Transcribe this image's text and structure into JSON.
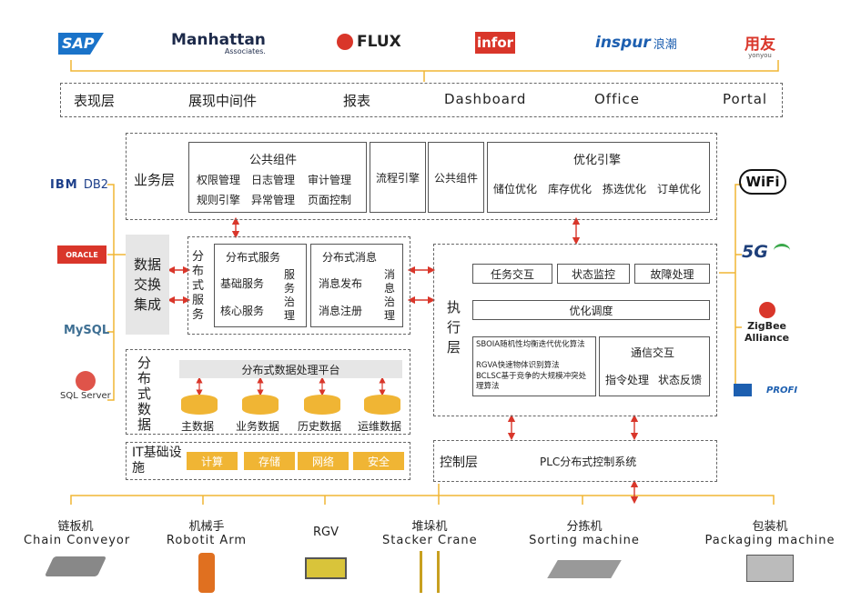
{
  "logos": {
    "sap": "SAP",
    "manhattan": "Manhattan",
    "manhattan_sub": "Associates.",
    "flux": "FLUX",
    "infor": "infor",
    "inspur": "inspur",
    "inspur_cn": "浪潮",
    "yonyou": "用友",
    "yonyou_sub": "yonyou",
    "ibm": "IBM",
    "db2": "DB2",
    "oracle": "ORACLE",
    "mysql": "MySQL",
    "sqlserver": "SQL Server",
    "wifi": "WiFi",
    "fiveg": "5G",
    "zigbee": "ZigBee",
    "zigbee_sub": "Alliance",
    "profi": "PROFI"
  },
  "presentation": {
    "items": [
      "表现层",
      "展现中间件",
      "报表",
      "Dashboard",
      "Office",
      "Portal"
    ]
  },
  "business": {
    "title": "业务层",
    "common_title": "公共组件",
    "common_items": [
      "权限管理",
      "日志管理",
      "审计管理",
      "规则引擎",
      "异常管理",
      "页面控制"
    ],
    "flow": "流程引擎",
    "common2": "公共组件",
    "opt_title": "优化引擎",
    "opt_items": [
      "储位优化",
      "库存优化",
      "拣选优化",
      "订单优化"
    ]
  },
  "exchange": {
    "label": "数据交换集成"
  },
  "distributed": {
    "side": "分布式服务",
    "service_title": "分布式服务",
    "basic": "基础服务",
    "core": "核心服务",
    "governance": "服务治理",
    "msg_title": "分布式消息",
    "publish": "消息发布",
    "register": "消息注册",
    "msg_gov": "消息治理"
  },
  "data": {
    "side": "分布式数据",
    "platform": "分布式数据处理平台",
    "dbs": [
      "主数据",
      "业务数据",
      "历史数据",
      "运维数据"
    ]
  },
  "it": {
    "label": "IT基础设施",
    "items": [
      "计算",
      "存储",
      "网络",
      "安全"
    ]
  },
  "execution": {
    "label": "执行层",
    "task": "任务交互",
    "status": "状态监控",
    "fault": "故障处理",
    "optimize": "优化调度",
    "algos": [
      "SBOIA随机性均衡迭代优化算法",
      "RGVA快速物体识别算法",
      "BCLSC基于竞争的大规模冲突处理算法"
    ],
    "comm_title": "通信交互",
    "cmd": "指令处理",
    "feedback": "状态反馈"
  },
  "control": {
    "label": "控制层",
    "system": "PLC分布式控制系统"
  },
  "equipment": [
    {
      "cn": "链板机",
      "en": "Chain Conveyor"
    },
    {
      "cn": "机械手",
      "en": "Robotit Arm"
    },
    {
      "cn": "RGV",
      "en": ""
    },
    {
      "cn": "堆垛机",
      "en": "Stacker Crane"
    },
    {
      "cn": "分拣机",
      "en": "Sorting machine"
    },
    {
      "cn": "包装机",
      "en": "Packaging machine"
    }
  ],
  "colors": {
    "accent": "#f0b534",
    "arrow": "#d9362a",
    "line": "#f0b534",
    "gray_box": "#e6e6e6"
  }
}
